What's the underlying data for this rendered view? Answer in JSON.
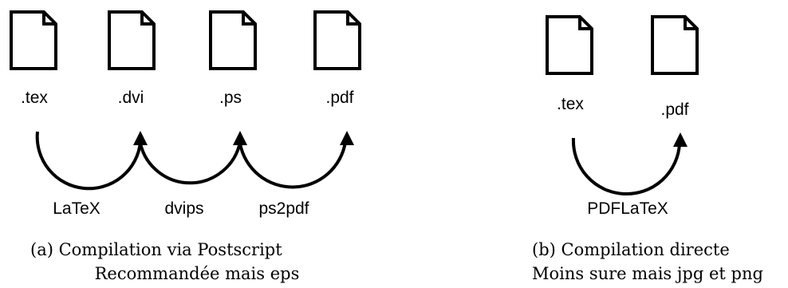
{
  "panel_a": {
    "files": [
      ".tex",
      ".dvi",
      ".ps",
      ".pdf"
    ],
    "steps": [
      "LaTeX",
      "dvips",
      "ps2pdf"
    ],
    "caption_line1": "(a) Compilation via Postscript",
    "caption_line2": "Recommandée mais eps"
  },
  "panel_b": {
    "files": [
      ".tex",
      ".pdf"
    ],
    "steps": [
      "PDFLaTeX"
    ],
    "caption_line1": "(b) Compilation directe",
    "caption_line2": "Moins sure mais jpg et png"
  },
  "icons": {
    "document": "document-icon",
    "arrow": "curved-arrow-icon"
  }
}
